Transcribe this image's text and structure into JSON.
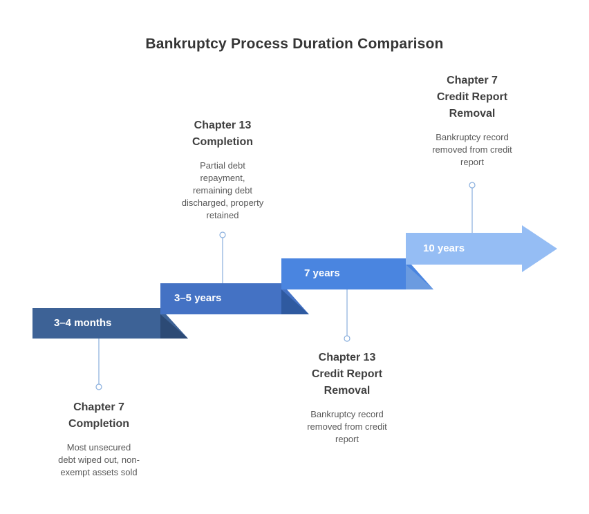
{
  "title": "Bankruptcy Process Duration Comparison",
  "colors": {
    "band1": "#3d6296",
    "band2": "#4472c4",
    "band3": "#4a85e0",
    "band4": "#95bdf4",
    "fold12": "#2c4a75",
    "fold23": "#2f5aa0",
    "fold34": "#6b9be0",
    "connector": "#88aedd",
    "dot_fill": "#ffffff"
  },
  "steps": [
    {
      "duration": "3–4 months",
      "label": "Chapter 7\nCompletion",
      "description": "Most unsecured\ndebt wiped out, non-\nexempt assets sold",
      "callout_position": "below"
    },
    {
      "duration": "3–5 years",
      "label": "Chapter 13\nCompletion",
      "description": "Partial debt\nrepayment,\nremaining debt\ndischarged, property\nretained",
      "callout_position": "above"
    },
    {
      "duration": "7 years",
      "label": "Chapter 13\nCredit Report\nRemoval",
      "description": "Bankruptcy record\nremoved from credit\nreport",
      "callout_position": "below"
    },
    {
      "duration": "10 years",
      "label": "Chapter 7\nCredit Report\nRemoval",
      "description": "Bankruptcy record\nremoved from credit\nreport",
      "callout_position": "above"
    }
  ]
}
